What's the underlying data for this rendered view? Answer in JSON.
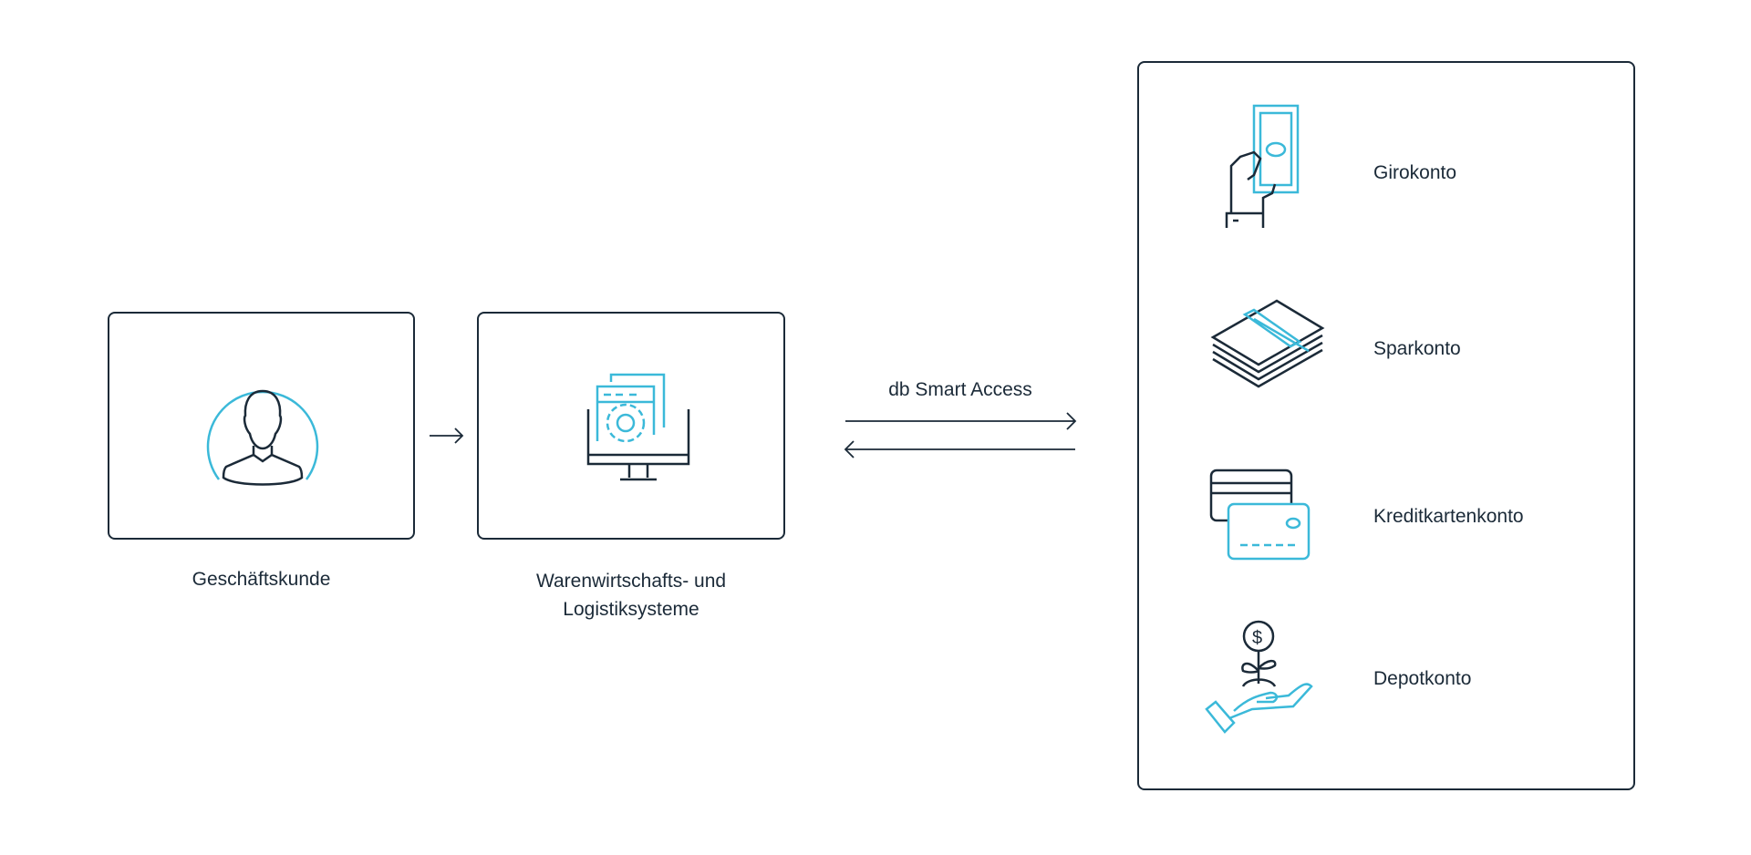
{
  "colors": {
    "stroke": "#1b2a38",
    "accent": "#3bb9d9"
  },
  "nodes": {
    "customer": {
      "label": "Geschäftskunde",
      "icon": "user-icon"
    },
    "erp": {
      "label_line1": "Warenwirtschafts- und",
      "label_line2": "Logistiksysteme",
      "icon": "monitor-gear-icon"
    }
  },
  "connection": {
    "label": "db Smart Access"
  },
  "accounts": [
    {
      "label": "Girokonto",
      "icon": "hand-banknote-icon"
    },
    {
      "label": "Sparkonto",
      "icon": "money-stack-icon"
    },
    {
      "label": "Kreditkartenkonto",
      "icon": "credit-cards-icon"
    },
    {
      "label": "Depotkonto",
      "icon": "hand-plant-dollar-icon"
    }
  ]
}
